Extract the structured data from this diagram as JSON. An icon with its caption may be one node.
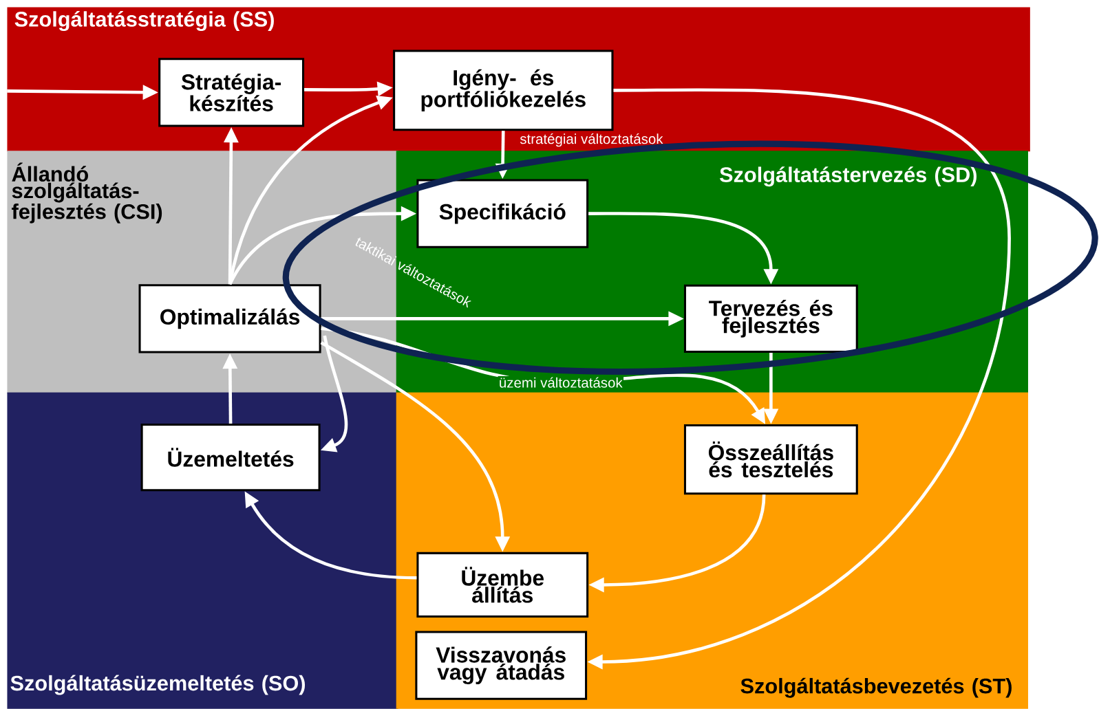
{
  "diagram": {
    "nodes": [
      {
        "text": [
          "Szolgáltatásstratégia (SS)"
        ]
      },
      {
        "text": [
          "Állandó szolgáltatás-fejlesztés (CSI)"
        ]
      },
      {
        "text": [
          "Szolgáltatástervezés (SD)"
        ]
      },
      {
        "text": [
          "Szolgáltatásüzemeltetés (SO)"
        ]
      },
      {
        "text": [
          "Szolgáltatásbevezetés (ST)"
        ]
      },
      {
        "text": [
          "Stratégia-készítés"
        ],
        "in": 0
      },
      {
        "text": [
          "Igény- és portfóliókezelés"
        ],
        "in": 0
      },
      {
        "text": [
          "Specifikáció"
        ],
        "in": 2
      },
      {
        "text": [
          "Optimalizálás"
        ],
        "in": 1
      },
      {
        "text": [
          "Tervezés és fejlesztés"
        ],
        "in": 2
      },
      {
        "text": [
          "Üzemeltetés"
        ],
        "in": 3
      },
      {
        "text": [
          "Összeállítás és tesztelés"
        ],
        "in": 4
      },
      {
        "text": [
          "Üzembe állítás"
        ],
        "in": 4
      },
      {
        "text": [
          "Visszavonás vagy átadás"
        ],
        "in": 4
      }
    ],
    "edges": [
      {
        "from": null,
        "to": 5,
        "arrow": "to"
      },
      {
        "from": 5,
        "to": 6,
        "arrow": "to"
      },
      {
        "from": 6,
        "to": 7,
        "arrow": "to",
        "label": "stratégiai változtatások"
      },
      {
        "from": 6,
        "to": 13,
        "arrow": "to"
      },
      {
        "from": 7,
        "to": 9,
        "arrow": "to"
      },
      {
        "from": 9,
        "to": 11,
        "arrow": "to"
      },
      {
        "from": 11,
        "to": 12,
        "arrow": "to"
      },
      {
        "from": 12,
        "to": 10,
        "arrow": "to"
      },
      {
        "from": 10,
        "to": 8,
        "arrow": "to"
      },
      {
        "from": 8,
        "to": 5,
        "arrow": "to"
      },
      {
        "from": 8,
        "to": 6,
        "arrow": "to"
      },
      {
        "from": 8,
        "to": 7,
        "arrow": "to",
        "label": "taktikai változtatások"
      },
      {
        "from": 8,
        "to": 9,
        "arrow": "to"
      },
      {
        "from": 8,
        "to": 11,
        "arrow": "to",
        "label": "üzemi változtatások"
      },
      {
        "from": 8,
        "to": 12,
        "arrow": "to"
      },
      {
        "from": 8,
        "to": 10,
        "arrow": "to"
      }
    ]
  }
}
